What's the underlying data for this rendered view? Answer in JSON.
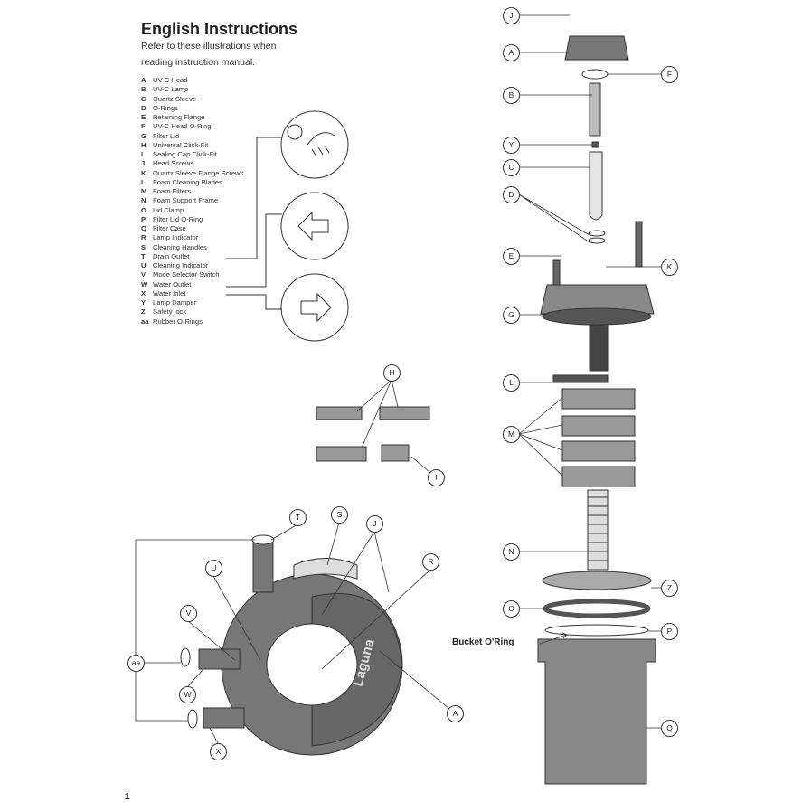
{
  "header": {
    "title": "English Instructions",
    "subtitle_line1": "Refer to these illustrations when",
    "subtitle_line2": "reading instruction manual."
  },
  "legend": [
    {
      "k": "A",
      "v": "UV-C Head"
    },
    {
      "k": "B",
      "v": "UV-C Lamp"
    },
    {
      "k": "C",
      "v": "Quartz Sleeve"
    },
    {
      "k": "D",
      "v": "O-Rings"
    },
    {
      "k": "E",
      "v": "Retaining Flange"
    },
    {
      "k": "F",
      "v": "UV-C Head O-Ring"
    },
    {
      "k": "G",
      "v": "Filter Lid"
    },
    {
      "k": "H",
      "v": "Universal Click-Fit"
    },
    {
      "k": "I",
      "v": "Sealing Cap Click-Fit"
    },
    {
      "k": "J",
      "v": "Head Screws"
    },
    {
      "k": "K",
      "v": "Quartz Sleeve Flange Screws"
    },
    {
      "k": "L",
      "v": "Foam Cleaning Blades"
    },
    {
      "k": "M",
      "v": "Foam Filters"
    },
    {
      "k": "N",
      "v": "Foam Support Frame"
    },
    {
      "k": "O",
      "v": "Lid Clamp"
    },
    {
      "k": "P",
      "v": "Filter Lid O-Ring"
    },
    {
      "k": "Q",
      "v": "Filter Case"
    },
    {
      "k": "R",
      "v": "Lamp Indicator"
    },
    {
      "k": "S",
      "v": "Cleaning Handles"
    },
    {
      "k": "T",
      "v": "Drain Outlet"
    },
    {
      "k": "U",
      "v": "Cleaning Indicator"
    },
    {
      "k": "V",
      "v": "Mode Selector Switch"
    },
    {
      "k": "W",
      "v": "Water Outlet"
    },
    {
      "k": "X",
      "v": "Water Inlet"
    },
    {
      "k": "Y",
      "v": "Lamp Damper"
    },
    {
      "k": "Z",
      "v": "Safety lock"
    },
    {
      "k": "aa",
      "v": "Rubber O-Rings"
    }
  ],
  "callouts": {
    "J": "J",
    "A": "A",
    "F": "F",
    "B": "B",
    "Y": "Y",
    "C": "C",
    "D": "D",
    "E": "E",
    "K": "K",
    "G": "G",
    "L": "L",
    "M": "M",
    "N": "N",
    "Z": "Z",
    "O": "O",
    "P": "P",
    "Q": "Q",
    "H": "H",
    "I": "I",
    "T": "T",
    "S": "S",
    "R": "R",
    "U": "U",
    "V": "V",
    "aa": "aa",
    "W": "W",
    "X": "X"
  },
  "logo": "Laguna",
  "annotation": "Bucket O'Ring",
  "page_number": "1"
}
